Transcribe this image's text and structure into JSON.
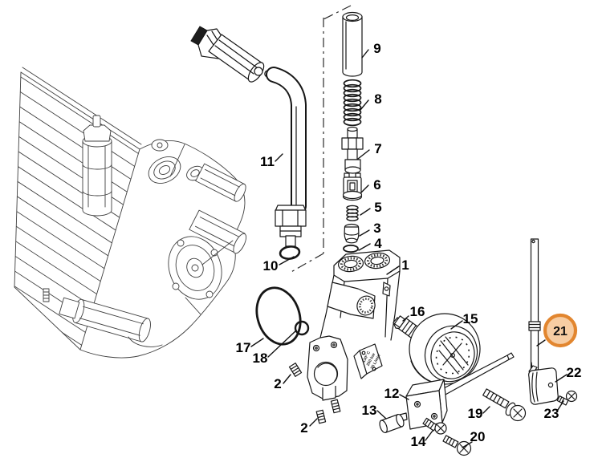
{
  "page": {
    "background": "#ffffff",
    "line_color": "#161616"
  },
  "highlight": {
    "part": "21",
    "fill": "#f7cda3",
    "ring": "#e2862f"
  },
  "valve_plate": {
    "line1": "130° C",
    "line2": "250 bar",
    "line3": "25 L/min"
  },
  "callouts": [
    {
      "id": "1",
      "label": "1"
    },
    {
      "id": "2a",
      "label": "2"
    },
    {
      "id": "2b",
      "label": "2"
    },
    {
      "id": "3",
      "label": "3"
    },
    {
      "id": "4",
      "label": "4"
    },
    {
      "id": "5",
      "label": "5"
    },
    {
      "id": "6",
      "label": "6"
    },
    {
      "id": "7",
      "label": "7"
    },
    {
      "id": "8",
      "label": "8"
    },
    {
      "id": "9",
      "label": "9"
    },
    {
      "id": "10",
      "label": "10"
    },
    {
      "id": "11",
      "label": "11"
    },
    {
      "id": "12",
      "label": "12"
    },
    {
      "id": "13",
      "label": "13"
    },
    {
      "id": "14",
      "label": "14"
    },
    {
      "id": "15",
      "label": "15"
    },
    {
      "id": "16",
      "label": "16"
    },
    {
      "id": "17",
      "label": "17"
    },
    {
      "id": "18",
      "label": "18"
    },
    {
      "id": "19",
      "label": "19"
    },
    {
      "id": "20",
      "label": "20"
    },
    {
      "id": "21",
      "label": "21",
      "highlighted": true
    },
    {
      "id": "22",
      "label": "22"
    },
    {
      "id": "23",
      "label": "23"
    }
  ]
}
